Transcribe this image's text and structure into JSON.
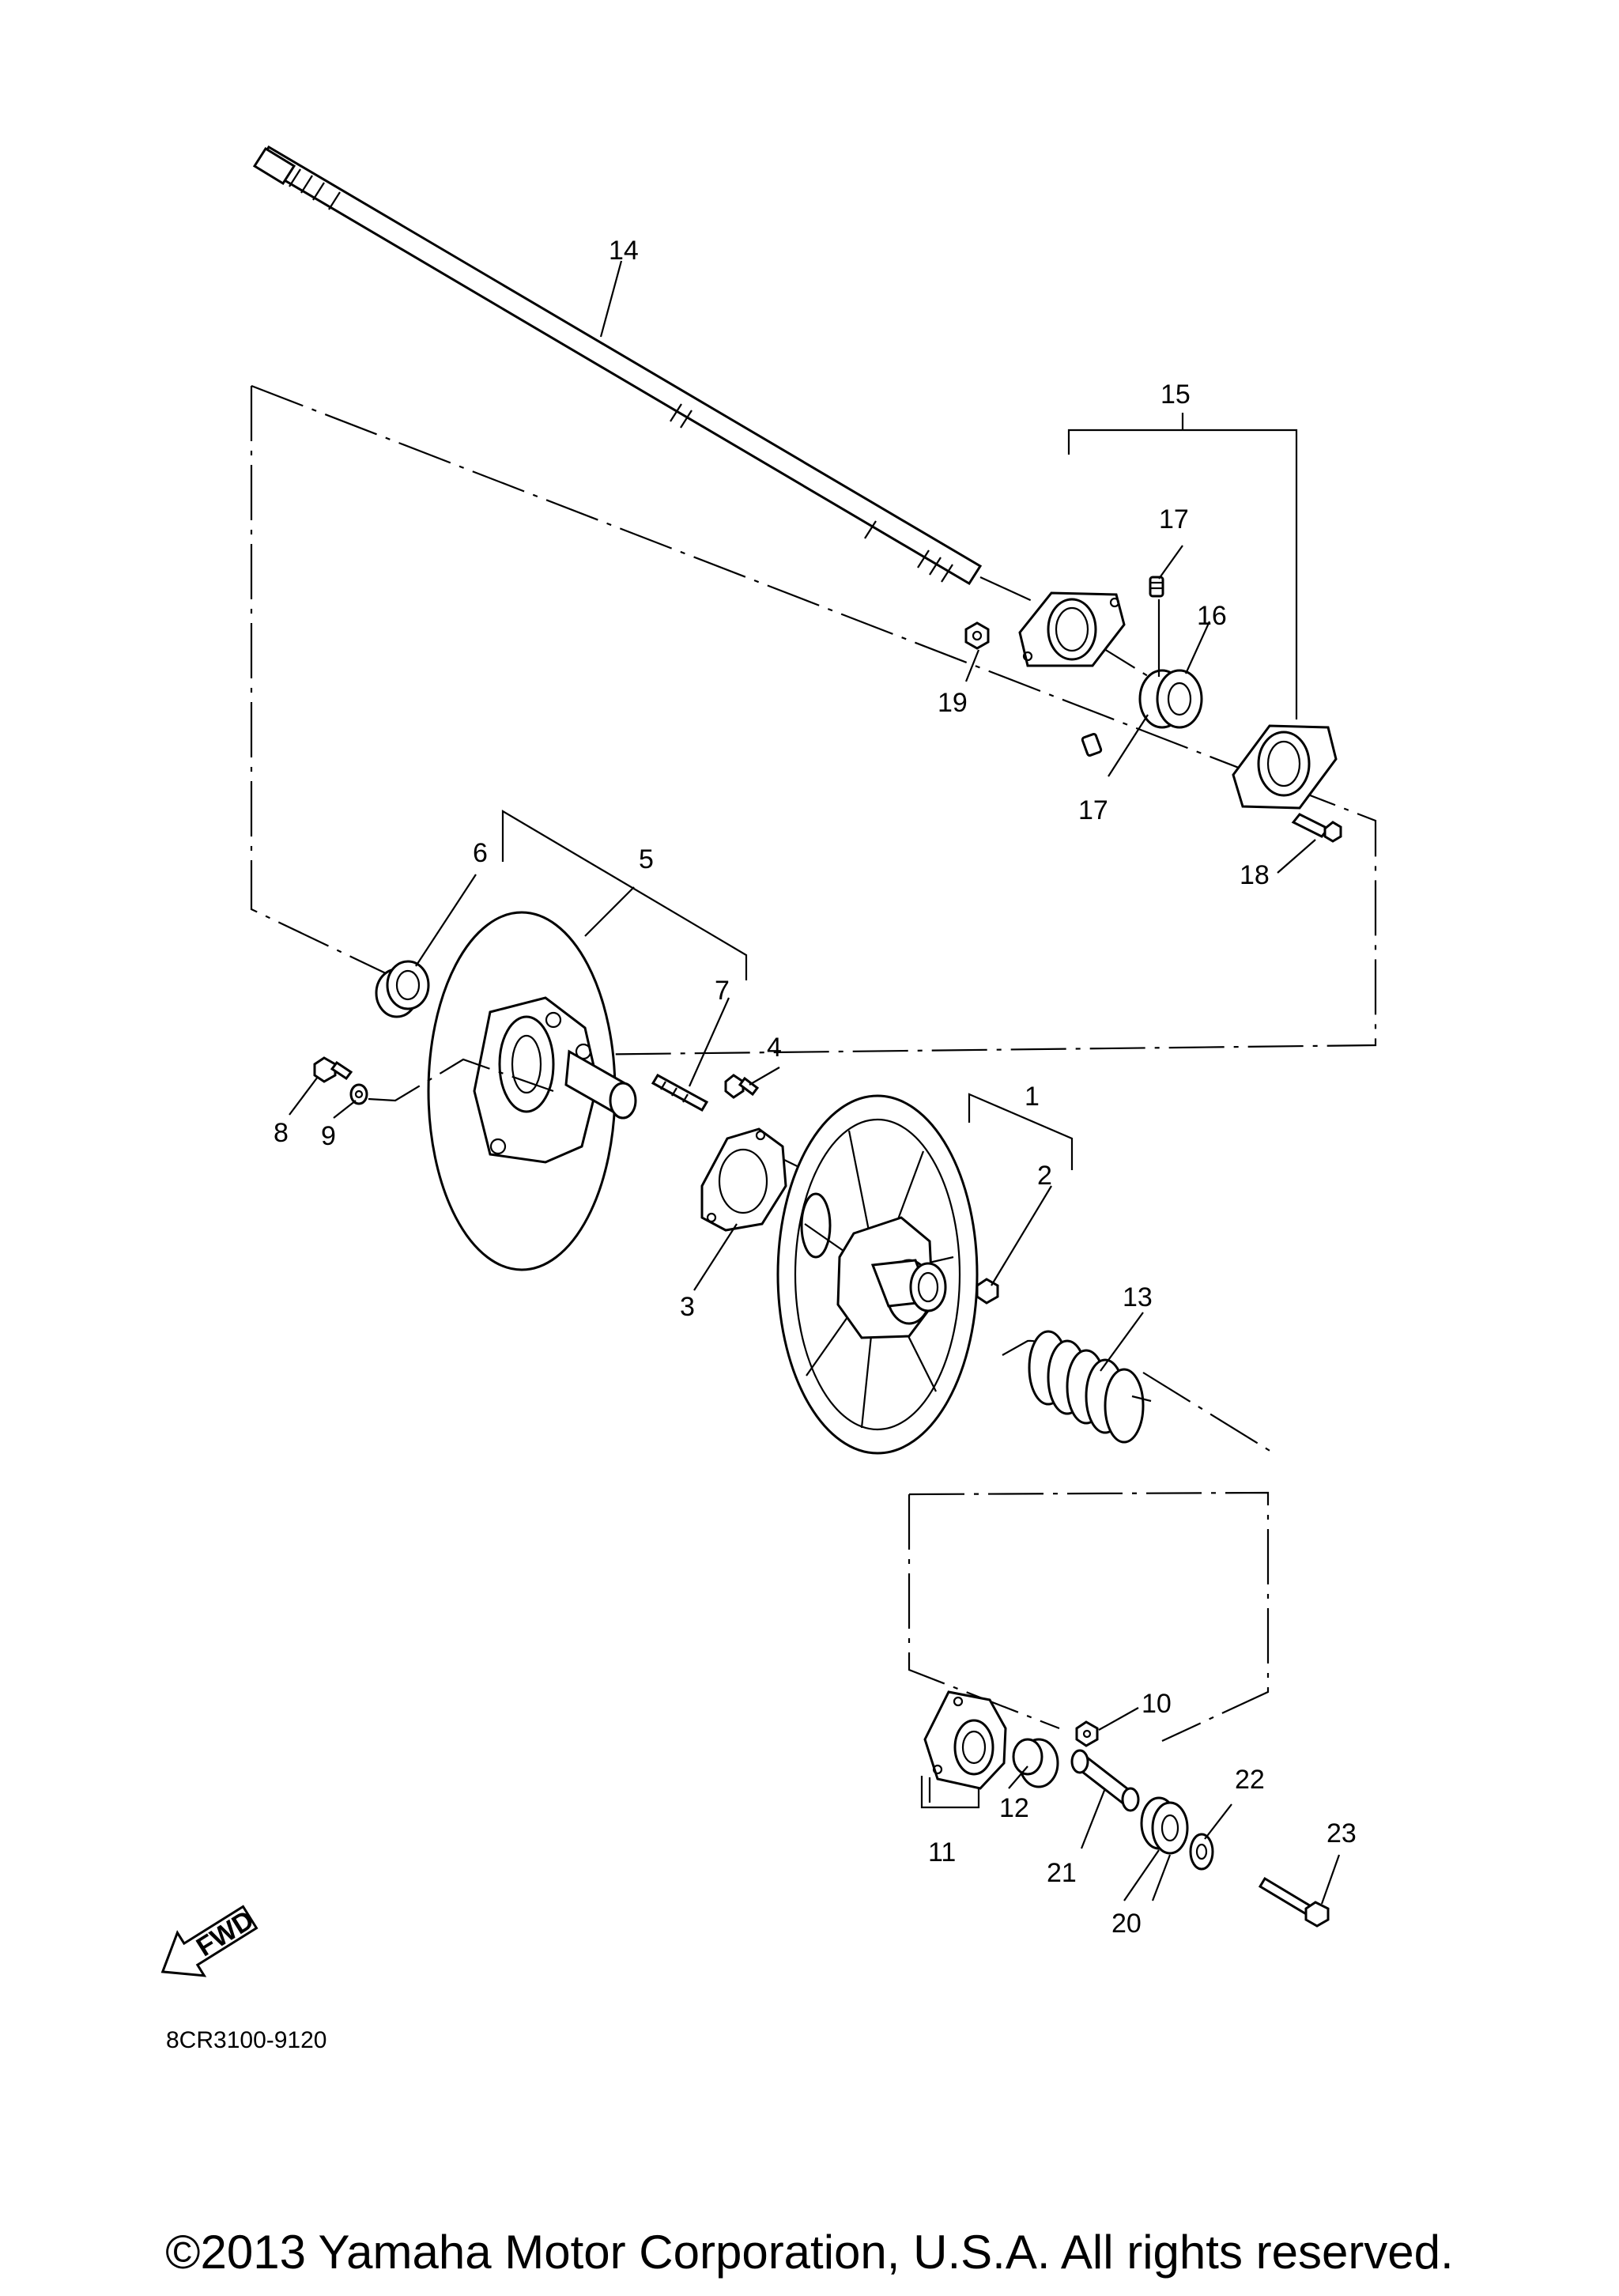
{
  "diagram": {
    "drawing_code": "8CR3100-9120",
    "fwd_label": "FWD",
    "copyright": "©2013 Yamaha Motor Corporation, U.S.A. All rights reserved.",
    "callouts": {
      "c1": "1",
      "c2": "2",
      "c3": "3",
      "c4": "4",
      "c5": "5",
      "c6": "6",
      "c7": "7",
      "c8": "8",
      "c9": "9",
      "c10": "10",
      "c11": "11",
      "c12": "12",
      "c13": "13",
      "c14": "14",
      "c15": "15",
      "c16": "16",
      "c17a": "17",
      "c17b": "17",
      "c18": "18",
      "c19": "19",
      "c20": "20",
      "c21": "21",
      "c22": "22",
      "c23": "23"
    }
  }
}
